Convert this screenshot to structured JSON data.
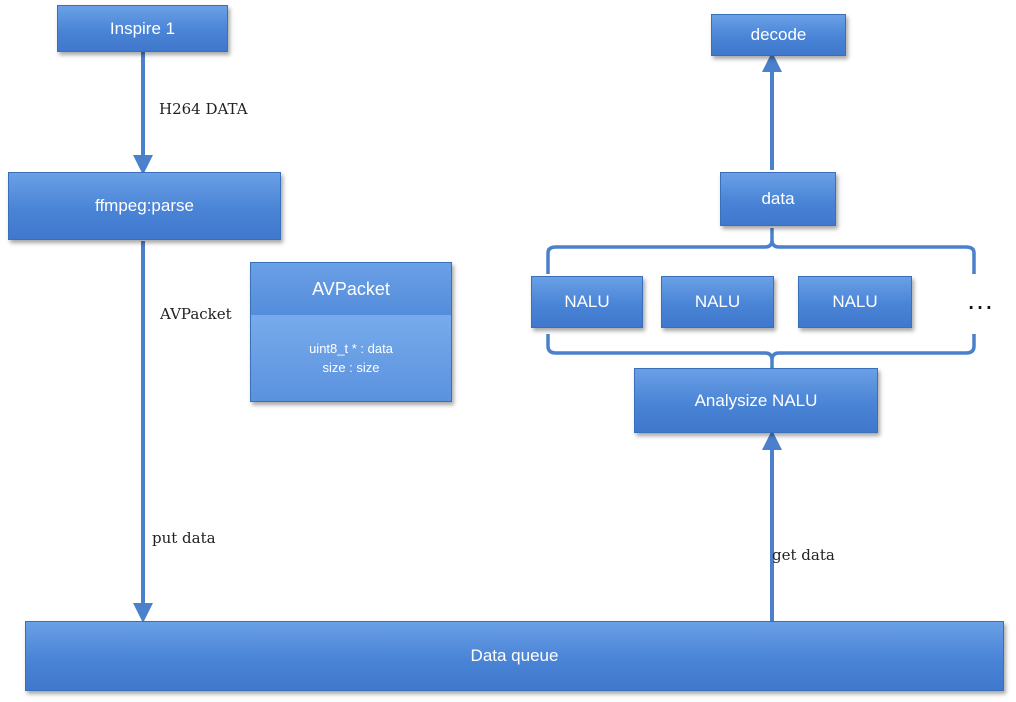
{
  "nodes": {
    "inspire": "Inspire 1",
    "parse": "ffmpeg:parse",
    "avpacket_title": "AVPacket",
    "avpacket_field1": "uint8_t * : data",
    "avpacket_field2": "size : size",
    "queue": "Data queue",
    "analyze": "Analysize NALU",
    "nalu1": "NALU",
    "nalu2": "NALU",
    "nalu3": "NALU",
    "more": "…",
    "data": "data",
    "decode": "decode"
  },
  "edges": {
    "h264": "H264 DATA",
    "avpacket": "AVPacket",
    "put": "put data",
    "get": "get data"
  },
  "colors": {
    "box": "#4a84d6",
    "line": "#4a80cc",
    "text": "#ffffff"
  }
}
